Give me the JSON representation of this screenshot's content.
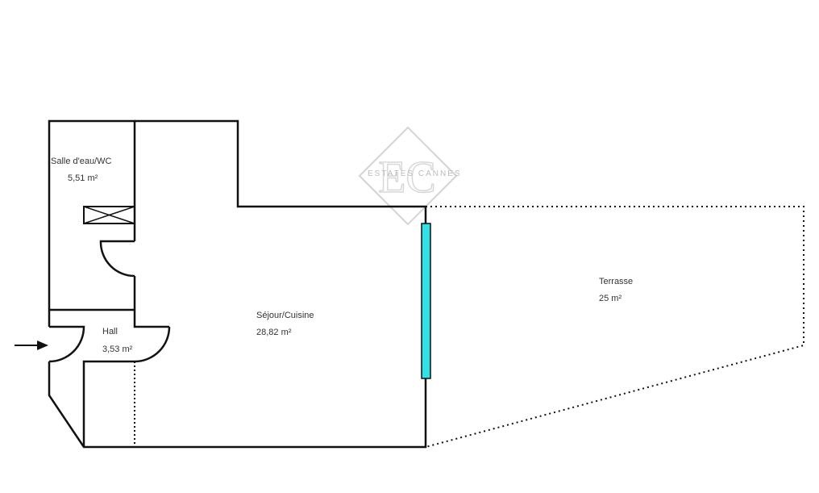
{
  "rooms": [
    {
      "name": "Salle d'eau/WC",
      "area": "5,51  m²"
    },
    {
      "name": "Hall",
      "area": "3,53  m²"
    },
    {
      "name": "Séjour/Cuisine",
      "area": "28,82  m²"
    },
    {
      "name": "Terrasse",
      "area": "25  m²"
    }
  ],
  "watermark": {
    "monogram": "EC",
    "name": "ESTATES CANNES"
  },
  "colors": {
    "wall": "#111111",
    "window": "#33e0e6"
  }
}
